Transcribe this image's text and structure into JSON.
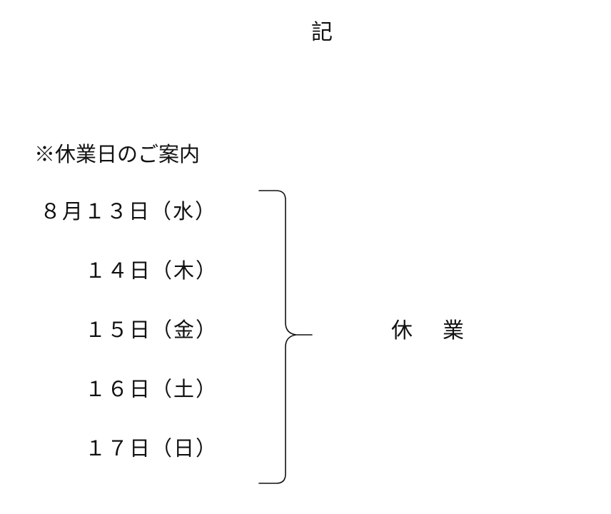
{
  "document": {
    "title": "記",
    "notice_heading": "※休業日のご案内",
    "dates": [
      {
        "label": "８月１３日（水）"
      },
      {
        "label": "１４日（木）"
      },
      {
        "label": "１５日（金）"
      },
      {
        "label": "１６日（土）"
      },
      {
        "label": "１７日（日）"
      }
    ],
    "closed_label": "休　業"
  }
}
